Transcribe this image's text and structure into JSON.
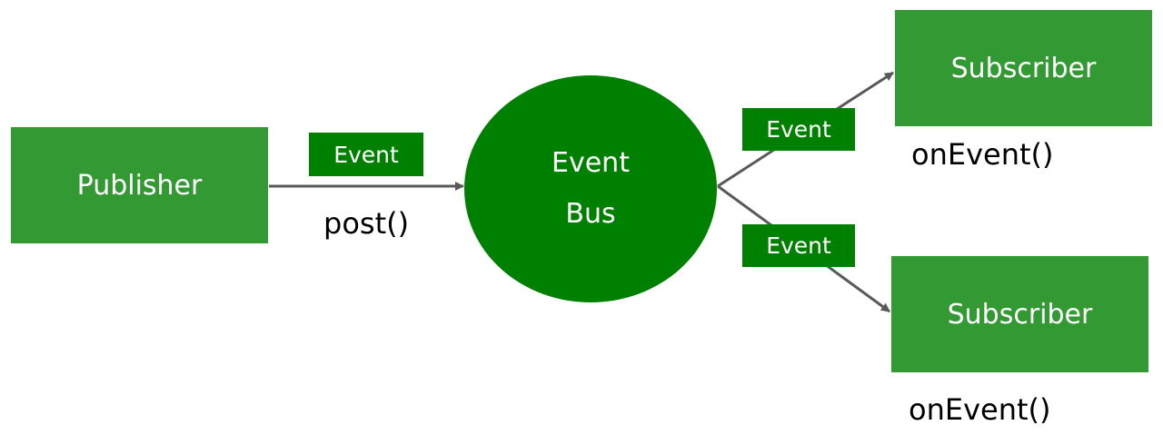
{
  "colors": {
    "node_fill": "#339933",
    "bus_fill": "#008000",
    "arrow": "#595959",
    "text_light": "#ffffff",
    "text_dark": "#000000"
  },
  "publisher": {
    "label": "Publisher",
    "method": "post()"
  },
  "bus": {
    "line1": "Event",
    "line2": "Bus"
  },
  "event_labels": {
    "post": "Event",
    "upper": "Event",
    "lower": "Event"
  },
  "subscribers": [
    {
      "label": "Subscriber",
      "method": "onEvent()"
    },
    {
      "label": "Subscriber",
      "method": "onEvent()"
    }
  ]
}
